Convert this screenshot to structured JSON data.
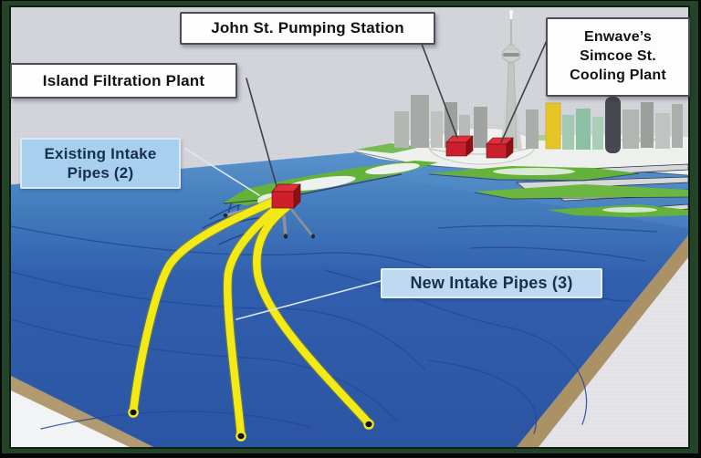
{
  "diagram": {
    "subject": "Lake Ontario deep water cooling intake diagram",
    "colors": {
      "frame_green": "#234426",
      "sky_gray": "#d4d4db",
      "water_top": "#5e97ce",
      "water_bottom": "#2b55a3",
      "contour_navy": "#24479a",
      "lakebed_tan": "#b29a70",
      "base_gray": "#e4e4e8",
      "island_green": "#64b23a",
      "pipe_yellow": "#f3ea15",
      "building_red": "#c9202c",
      "label_blue_bg": "#a9cfee",
      "label_white_bg": "#fdfdfd"
    },
    "features": [
      "cn-tower",
      "rogers-centre-dome",
      "city-skyline",
      "pumping-station-building",
      "cooling-plant-building",
      "island-filtration-building",
      "toronto-islands",
      "lake-bathymetry-contours",
      "new-intake-pipes",
      "existing-intake-pipes",
      "lakebed-edge"
    ]
  },
  "labels": {
    "john_st": {
      "text": "John St. Pumping Station",
      "style": "white"
    },
    "island_plant": {
      "text": "Island Filtration Plant",
      "style": "white"
    },
    "enwave": {
      "text": "Enwave’s\nSimcoe St.\nCooling Plant",
      "style": "white"
    },
    "existing_intake": {
      "text": "Existing Intake\nPipes (2)",
      "style": "blue"
    },
    "new_intake": {
      "text": "New Intake Pipes (3)",
      "style": "blue"
    }
  }
}
